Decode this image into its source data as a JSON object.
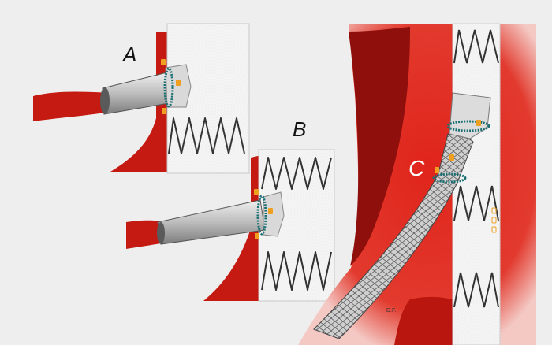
{
  "labels": {
    "panel_a": "A",
    "panel_b": "B",
    "panel_c": "C"
  },
  "signature": "D.F.",
  "colors": {
    "background": "#eeeeee",
    "artery_red": "#c41a12",
    "dark_red": "#8e0f0c",
    "stent_fabric": "#f4f4f4",
    "stent_wire": "#333333",
    "suture_ring": "#1a6f73",
    "marker": "#f0a020"
  }
}
